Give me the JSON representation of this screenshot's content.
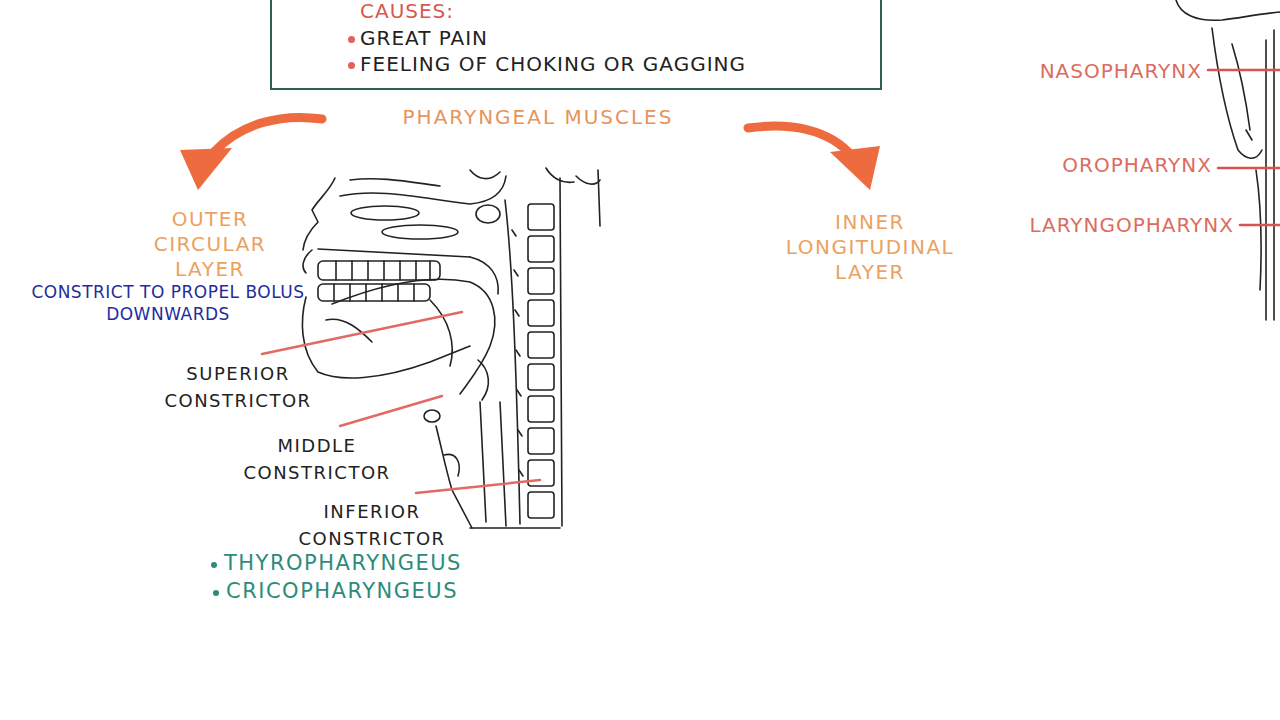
{
  "diagram": {
    "nodes": [
      {
        "text": [
          "CAUSES:",
          "GREAT PAIN",
          "FEELING OF CHOKING OR GAGGING"
        ]
      }
    ],
    "labels": [
      "PHARYNGEAL MUSCLES",
      "OUTER CIRCULAR LAYER",
      "CONSTRICT TO PROPEL BOLUS DOWNWARDS",
      "INNER LONGITUDINAL LAYER",
      "SUPERIOR CONSTRICTOR",
      "MIDDLE CONSTRICTOR",
      "INFERIOR CONSTRICTOR",
      "THYROPHARYNGEUS",
      "CRICOPHARYNGEUS",
      "NASOPHARYNX",
      "OROPHARYNX",
      "LARYNGOPHARYNX"
    ]
  }
}
